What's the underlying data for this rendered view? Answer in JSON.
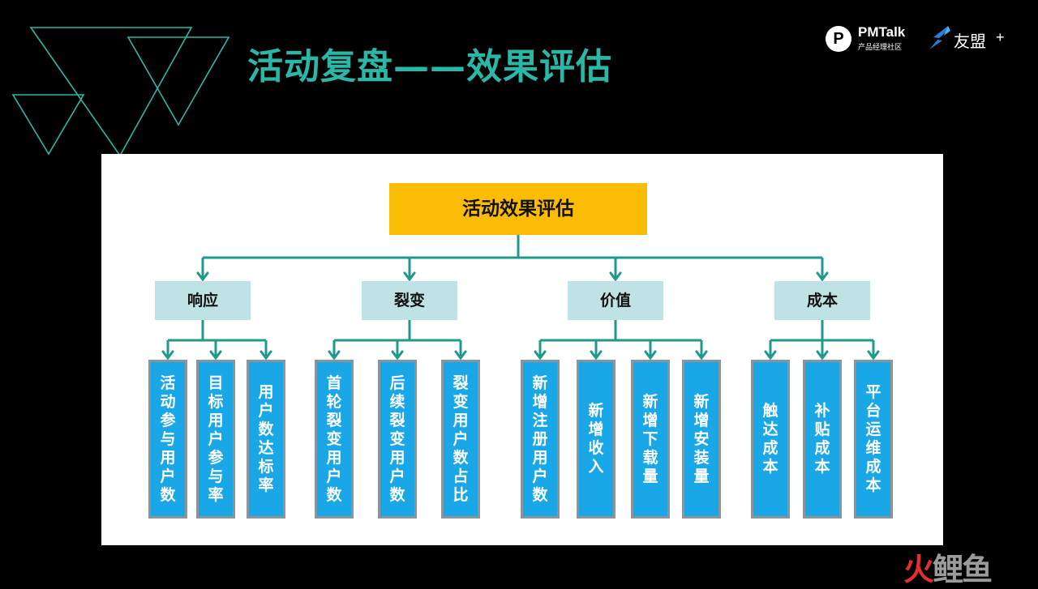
{
  "slide": {
    "title": "活动复盘——效果评估",
    "accent_color": "#2bb7a6",
    "background_color": "#000000"
  },
  "logos": {
    "pmtalk": {
      "icon": "pmtalk-logo-icon",
      "mark": "P",
      "name": "PMTalk",
      "subtitle": "产品经理社区"
    },
    "umeng": {
      "icon": "umeng-bird-icon",
      "name": "友盟",
      "plus": "+"
    }
  },
  "diagram": {
    "root": {
      "label": "活动效果评估",
      "color": "#fbbc05"
    },
    "category_color": "#bfe3e4",
    "leaf_color": "#19a7e8",
    "line_color": "#1f9a8a",
    "categories": [
      {
        "label": "响应",
        "children": [
          "活动参与用户数",
          "目标用户参与率",
          "用户数达标率"
        ]
      },
      {
        "label": "裂变",
        "children": [
          "首轮裂变用户数",
          "后续裂变用户数",
          "裂变用户数占比"
        ]
      },
      {
        "label": "价值",
        "children": [
          "新增注册用户数",
          "新增收入",
          "新增下载量",
          "新增安装量"
        ]
      },
      {
        "label": "成本",
        "children": [
          "触达成本",
          "补贴成本",
          "平台运维成本"
        ]
      }
    ]
  },
  "watermark": {
    "part1": "火",
    "part2": "鲤鱼"
  }
}
